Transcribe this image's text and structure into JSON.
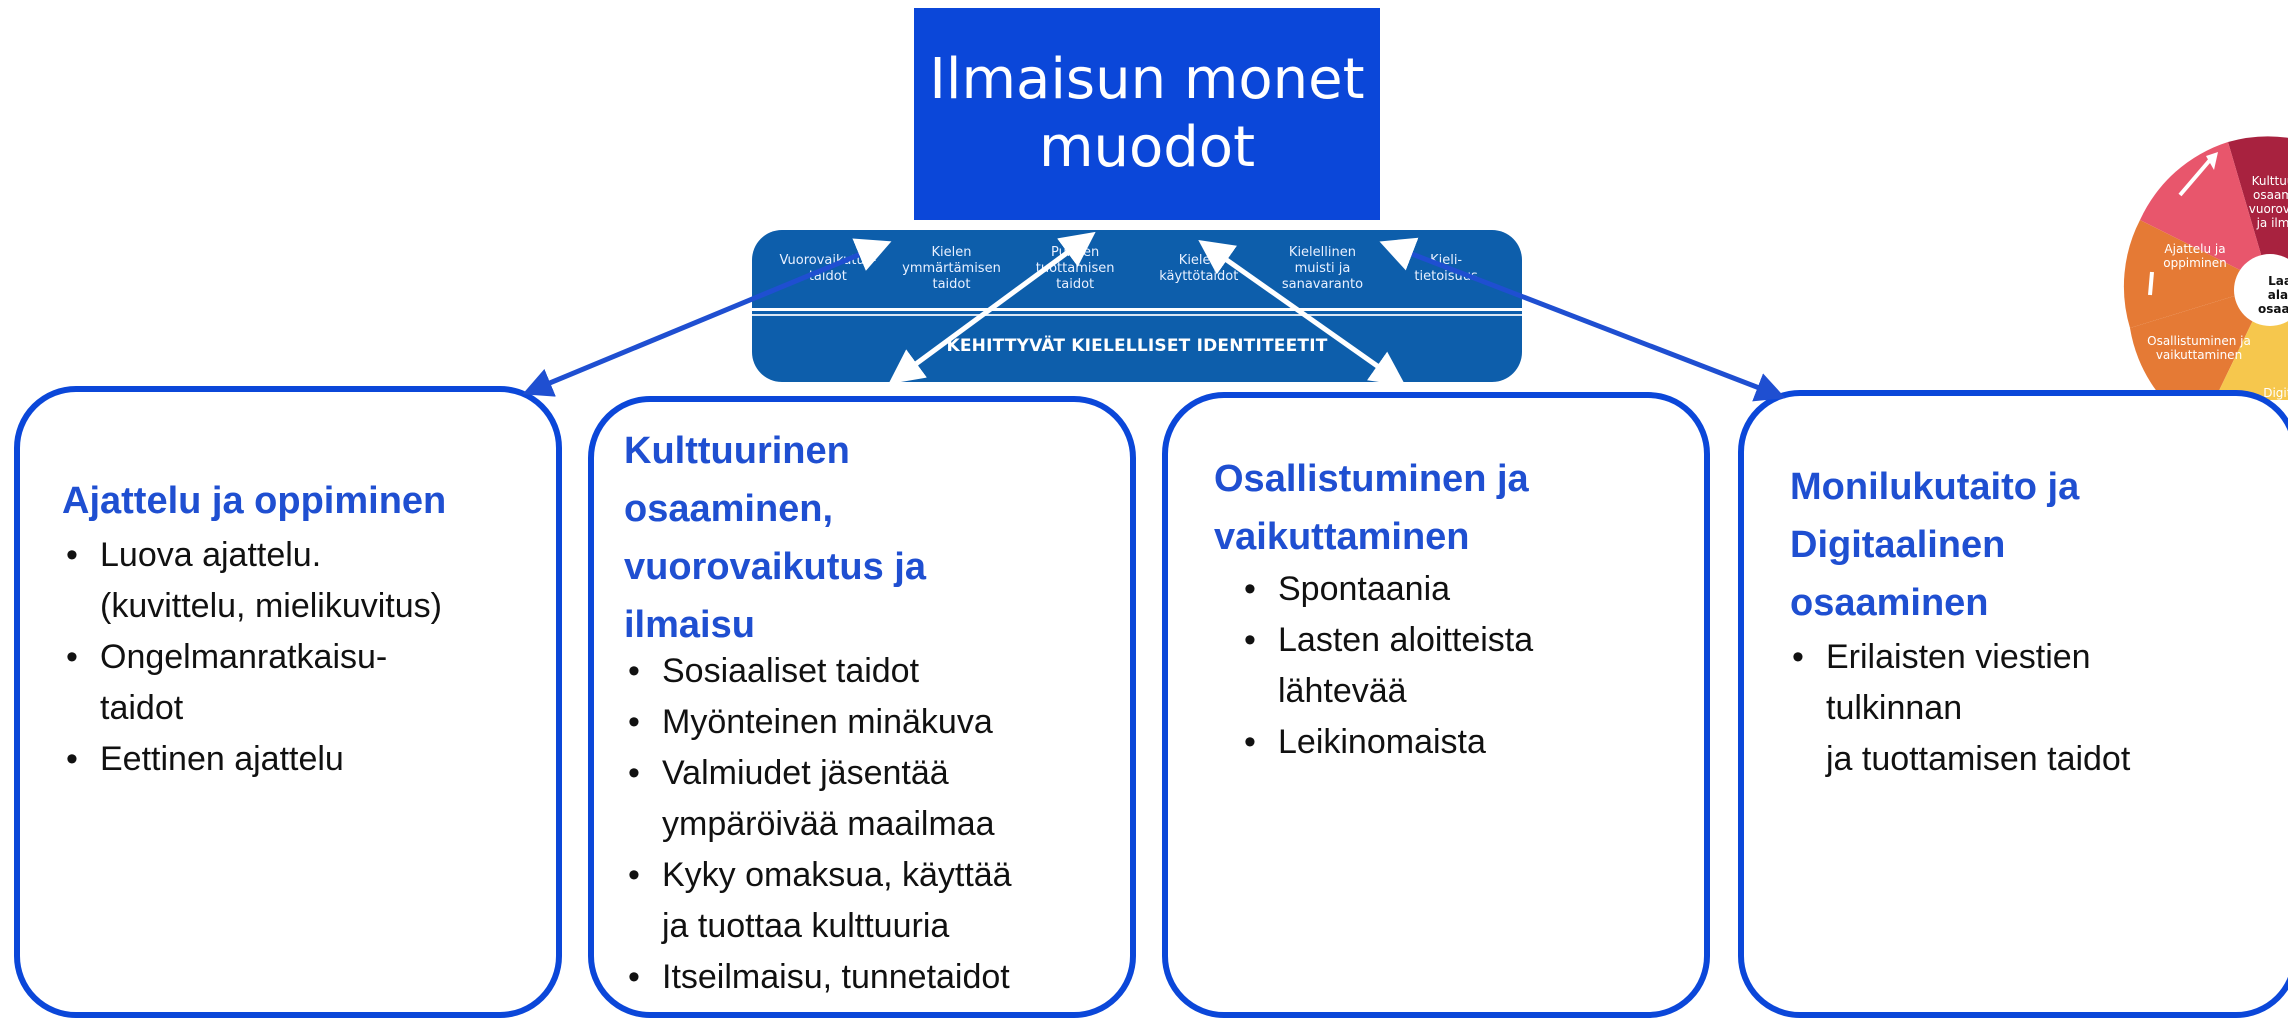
{
  "title": "Ilmaisun monet\nmuodot",
  "banner": {
    "skills": [
      "Vuorovaikutus-\ntaidot",
      "Kielen\nymmärtämisen\ntaidot",
      "Puheen\ntuottamisen\ntaidot",
      "Kielen\nkäyttötaidot",
      "Kielellinen\nmuisti ja\nsanavaranto",
      "Kieli-\ntietoisuus"
    ],
    "identity": "KEHITTYVÄT KIELELLISET IDENTITEETIT"
  },
  "cards": [
    {
      "title": "Ajattelu ja oppiminen",
      "items": [
        "Luova ajattelu.\n(kuvittelu, mielikuvitus)",
        "Ongelmanratkaisu-\ntaidot",
        "Eettinen ajattelu"
      ]
    },
    {
      "title": "Kulttuurinen osaaminen, vuorovaikutus ja ilmaisu",
      "items": [
        "Sosiaaliset taidot",
        "Myönteinen minäkuva",
        "Valmiudet jäsentää\nympäröivää maailmaa",
        "Kyky omaksua, käyttää\nja tuottaa kulttuuria",
        "Itseilmaisu, tunnetaidot"
      ]
    },
    {
      "title": "Osallistuminen ja vaikuttaminen",
      "items": [
        "Spontaania",
        "Lasten aloitteista\nlähtevää",
        "Leikinomaista"
      ]
    },
    {
      "title": "Monilukutaito ja Digitaalinen osaaminen",
      "items": [
        "Erilaisten viestien\ntulkinnan\nja tuottamisen taidot"
      ]
    }
  ],
  "wheel": {
    "segments": [
      {
        "label": "Kulttuu\nosaam\nvuorova\nja ilm",
        "color": "#a8223f"
      },
      {
        "label": "Ajattelu ja\noppiminen",
        "color": "#e8566c"
      },
      {
        "label": "Osallistuminen ja\nvaikuttaminen",
        "color": "#e57a35"
      },
      {
        "label": "Digita\nosaam",
        "color": "#f6c74d"
      }
    ],
    "center": "Laa\nalai\nosaam"
  },
  "colors": {
    "title_bg": "#0b47d9",
    "banner_bg": "#0d5eab",
    "card_border": "#0b47d9",
    "heading": "#1f4fd1"
  }
}
